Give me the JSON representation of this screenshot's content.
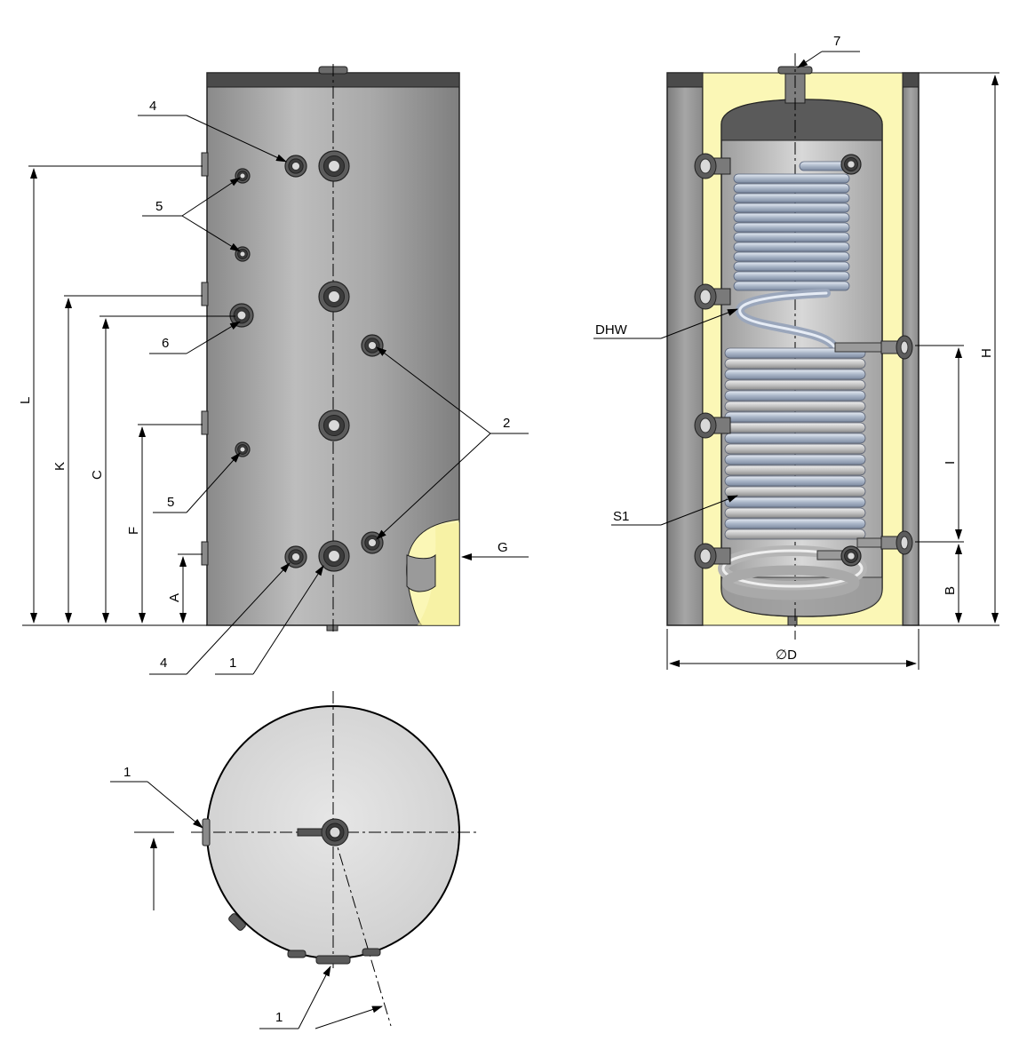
{
  "front_view": {
    "callouts": {
      "c1": "1",
      "c2": "2",
      "c4_top": "4",
      "c4_bottom": "4",
      "c5_top": "5",
      "c5_bottom": "5",
      "c6": "6"
    },
    "dimensions": {
      "L": "L",
      "K": "K",
      "C": "C",
      "F": "F",
      "A": "A",
      "G": "G"
    }
  },
  "section_view": {
    "callouts": {
      "c7": "7",
      "dhw": "DHW",
      "s1": "S1"
    },
    "dimensions": {
      "H": "H",
      "I": "I",
      "B": "B",
      "D": "∅D"
    }
  },
  "top_view": {
    "callouts": {
      "c1_left": "1",
      "c1_bottom": "1"
    }
  },
  "colors": {
    "shell": "#9c9c9c",
    "shell_light": "#b9b9b9",
    "insulation": "#fbf7b6",
    "coil": "#c7ccd6",
    "cap": "#4a4a4a",
    "top_disc": "#d6d6d6"
  }
}
